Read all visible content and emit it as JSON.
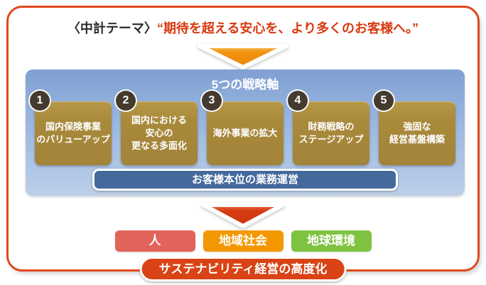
{
  "header": {
    "label": "〈中計テーマ〉",
    "slogan": "“期待を超える安心を、より多くのお客様へ。”"
  },
  "strategy_panel": {
    "title": "5つの戦略軸",
    "boxes": [
      {
        "number": "1",
        "label": "国内保険事業\nのバリューアップ"
      },
      {
        "number": "2",
        "label": "国内における\n安心の\n更なる多面化"
      },
      {
        "number": "3",
        "label": "海外事業の拡大"
      },
      {
        "number": "4",
        "label": "財務戦略の\nステージアップ"
      },
      {
        "number": "5",
        "label": "強固な\n経営基盤構築"
      }
    ],
    "customer_bar": "お客様本位の業務運営"
  },
  "sustainability": {
    "pills": [
      {
        "label": "人",
        "color": "#e2635a"
      },
      {
        "label": "地域社会",
        "color": "#f39800"
      },
      {
        "label": "地球環境",
        "color": "#7fc241"
      }
    ],
    "banner": "サステナビリティ経営の高度化"
  },
  "colors": {
    "frame_border": "#e0481c",
    "header_slogan": "#d8390f",
    "arrow_orange": "#f29111",
    "arrow_red": "#d53a0e",
    "panel_blue_top": "#7fa0d2",
    "panel_blue_bottom": "#bccfe9",
    "strategy_box_gold": "#a98a3b",
    "number_circle_brown": "#453a2e",
    "customer_bar_blue": "#44699b",
    "banner_red": "#d94315"
  }
}
